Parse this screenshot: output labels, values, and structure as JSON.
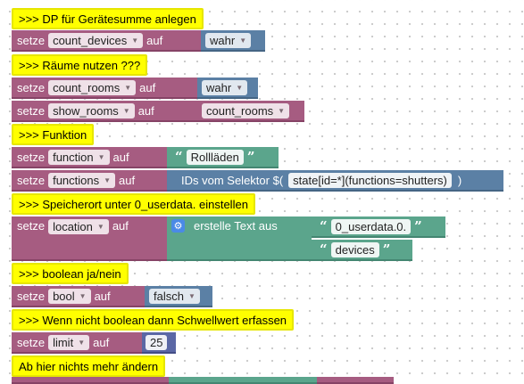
{
  "blocks": {
    "c1": "&gt;&gt;&gt; DP für Gerätesumme anlegen",
    "c2": "&gt;&gt;&gt; Räume nutzen ???",
    "c3": "&gt;&gt;&gt; Funktion",
    "c4": "&gt;&gt;&gt; Speicherort unter 0_userdata. einstellen",
    "c5": "&gt;&gt;&gt; boolean ja/nein",
    "c6": "&gt;&gt;&gt; Wenn nicht boolean dann Schwellwert erfassen",
    "c7": "Ab hier nichts mehr ändern",
    "setze": "setze",
    "auf": "auf",
    "v1": "count_devices",
    "v2": "count_rooms",
    "v3": "show_rooms",
    "v4": "function",
    "v5": "functions",
    "v6": "location",
    "v7": "bool",
    "v8": "limit",
    "b_true": "wahr",
    "b_false": "falsch",
    "count_rooms_var": "count_rooms",
    "str_rollladen": "Rollläden",
    "ids_text": "IDs vom Selektor $(",
    "selector": "state[id=*](functions=shutters)",
    "ids_close": ")",
    "create_text": "erstelle Text aus",
    "str_userdata": "0_userdata.0.",
    "str_devices": "devices",
    "num_limit": "25",
    "open_quote": "“",
    "close_quote": "”"
  }
}
